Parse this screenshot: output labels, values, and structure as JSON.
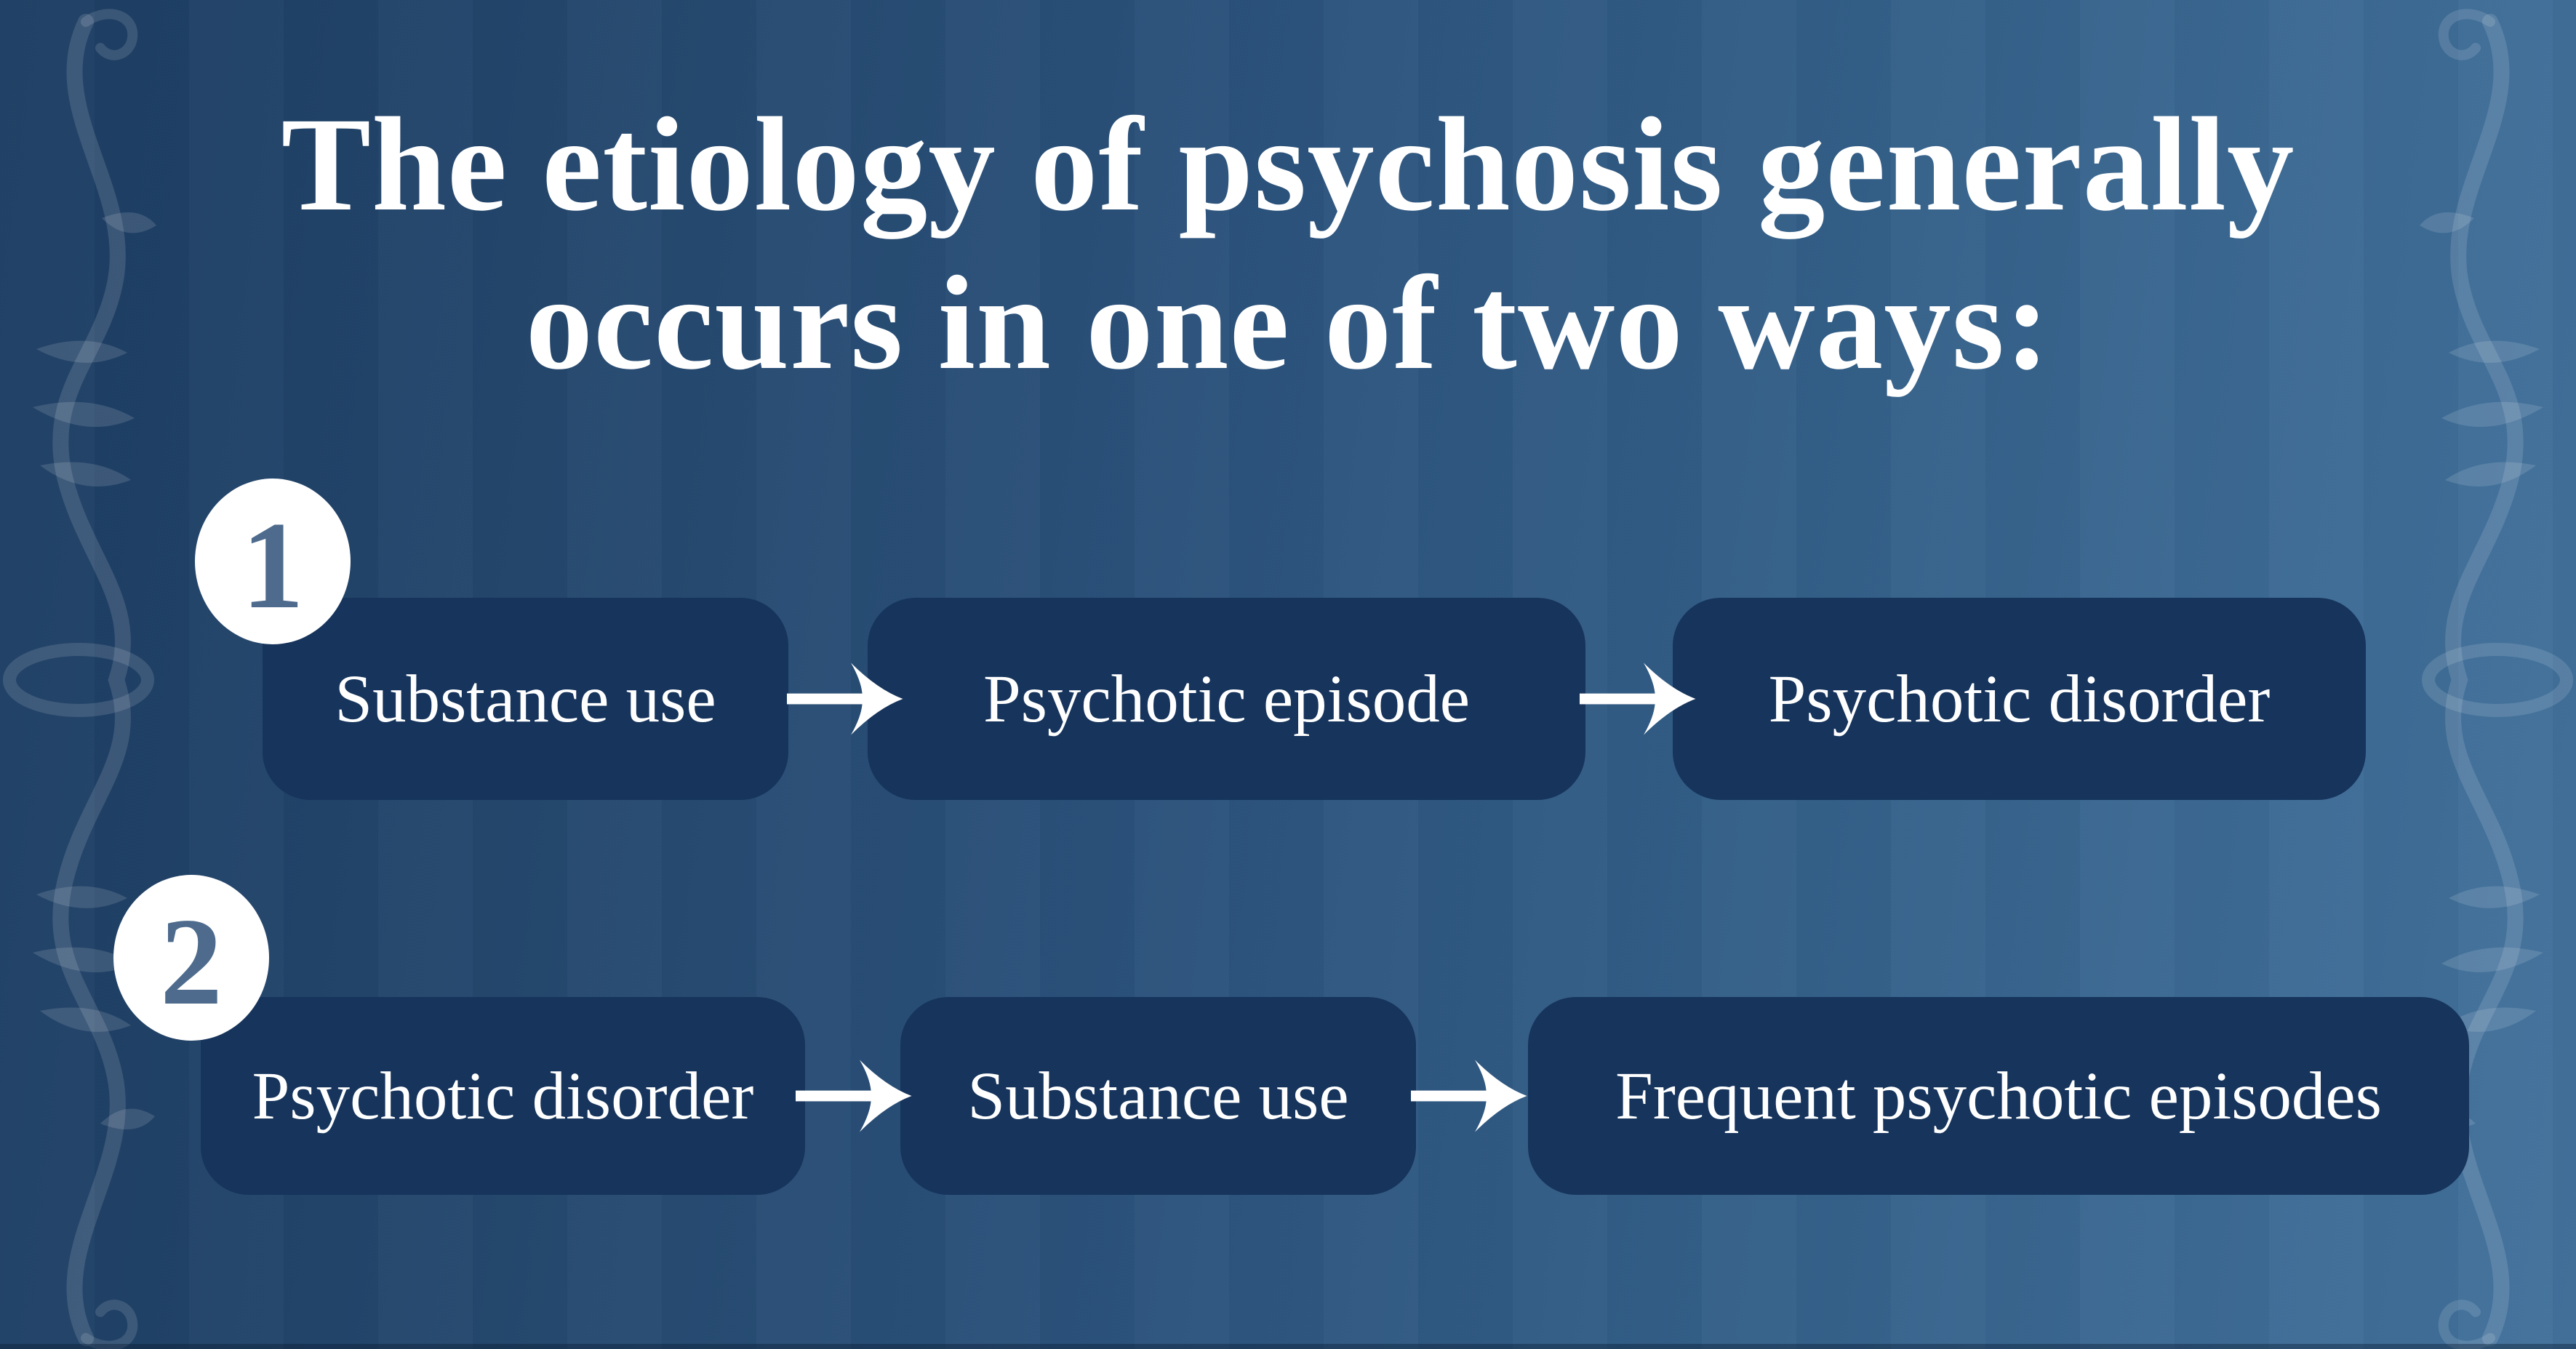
{
  "title": {
    "line1": "The etiology of psychosis generally",
    "line2": "occurs in one of two ways:"
  },
  "flows": [
    {
      "number": "1",
      "steps": [
        "Substance use",
        "Psychotic episode",
        "Psychotic disorder"
      ]
    },
    {
      "number": "2",
      "steps": [
        "Psychotic disorder",
        "Substance use",
        "Frequent psychotic episodes"
      ]
    }
  ],
  "icons": {
    "arrow": "right-arrow-icon",
    "ornament": "floral-flourish"
  },
  "colors": {
    "background_left": "#1d3d63",
    "background_right": "#42719b",
    "box_fill": "#16345c",
    "badge_fill": "#ffffff",
    "badge_number": "#4e6b8d",
    "text": "#ffffff",
    "ornament": "rgba(255,255,255,0.13)"
  }
}
